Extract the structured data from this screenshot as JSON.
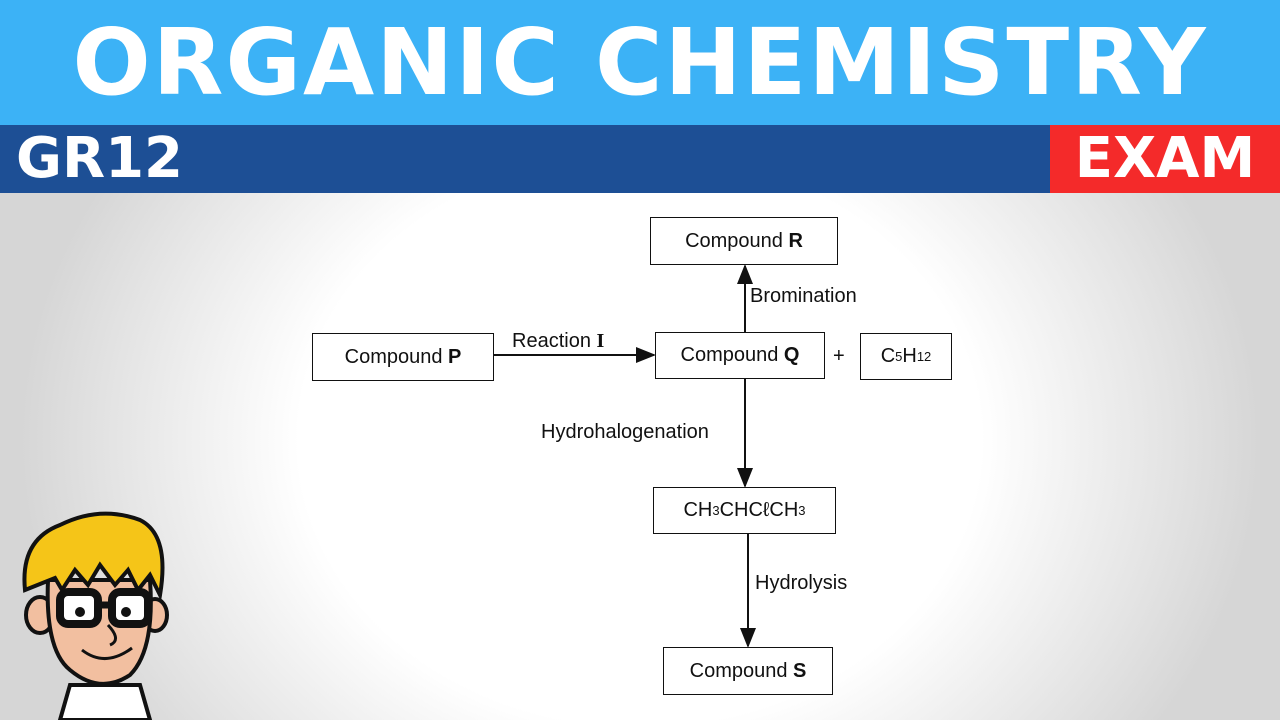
{
  "banner": {
    "title": "ORGANIC CHEMISTRY",
    "grade": "GR12",
    "tag": "EXAM",
    "colors": {
      "top": "#3cb2f6",
      "bar": "#1d4f95",
      "tag": "#f42a2a"
    }
  },
  "diagram": {
    "nodes": {
      "r": {
        "prefix": "Compound",
        "letter": "R"
      },
      "p": {
        "prefix": "Compound",
        "letter": "P"
      },
      "q": {
        "prefix": "Compound",
        "letter": "Q"
      },
      "c5h12": {
        "c": "C",
        "n1": "5",
        "h": "H",
        "n2": "12"
      },
      "ch3": {
        "a": "CH",
        "s1": "3",
        "b": "CHCℓCH",
        "s2": "3"
      },
      "s": {
        "prefix": "Compound",
        "letter": "S"
      }
    },
    "edges": {
      "reaction": {
        "text": "Reaction",
        "numeral": "I"
      },
      "bromination": "Bromination",
      "hydrohalogenation": "Hydrohalogenation",
      "hydrolysis": "Hydrolysis",
      "plus": "+"
    }
  },
  "mascot": {
    "icon": "cartoon-boy-with-glasses"
  }
}
